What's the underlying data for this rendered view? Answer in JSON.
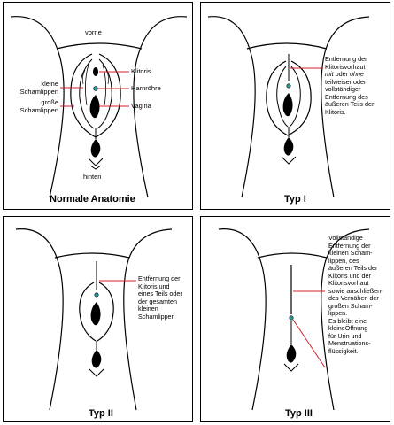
{
  "panels": [
    {
      "title": "Normale Anatomie",
      "labels": {
        "top": "vorne",
        "bottom": "hinten",
        "clitoris": "Klitoris",
        "urethra": "Harnröhre",
        "vagina": "Vagina",
        "labia_minora": "kleine\nSchamlippen",
        "labia_majora": "große\nSchamlippen"
      }
    },
    {
      "title": "Typ I",
      "description_parts": [
        "Entfernung der\nKlitorisvorhaut\n",
        "mit",
        " oder ",
        "ohne",
        "\nteilweiser oder\nvollständiger\nEntfernung des\näußeren Teils der\nKlitoris."
      ]
    },
    {
      "title": "Typ II",
      "description": "Entfernung der\nKlitoris und\neines Teils oder\nder gesamten\nkleinen\nSchamlippen"
    },
    {
      "title": "Typ III",
      "description": "Vollständige\nEntfernung der\nkleinen Scham-\nlippen, des\näußeren Teils der\nKlitoris und der\nKlitorisvorhaut\nsowie anschließen-\ndes Vernähen der\ngroßen Scham-\nlippen.\nEs bleibt eine\nkleineÖffnung\nfür Urin und\nMenstruations-\nflüssigkeit."
    }
  ],
  "colors": {
    "line": "#000000",
    "pointer": "#d0202a",
    "accent_teal": "#2a9a9a"
  }
}
